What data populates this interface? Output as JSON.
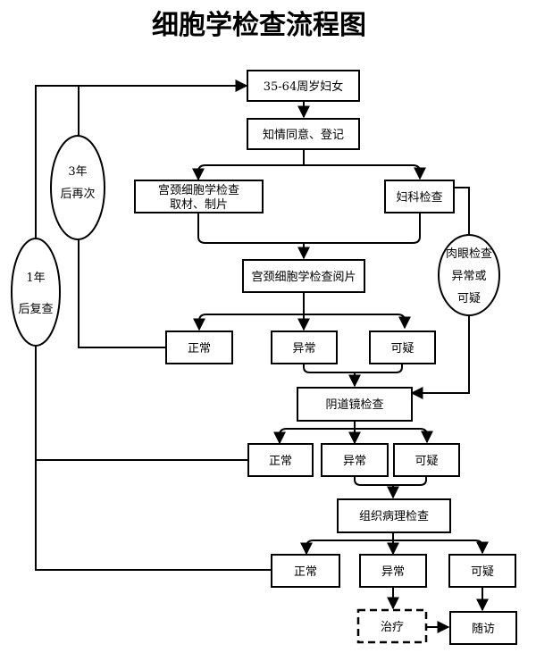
{
  "title": "细胞学检查流程图",
  "nodes": {
    "start": "35-64周岁妇女",
    "consent": "知情同意、登记",
    "cytology_line1": "宫颈细胞学检查",
    "cytology_line2": "取材、制片",
    "gyn_exam": "妇科检查",
    "cytology_read": "宫颈细胞学检查阅片",
    "normal_1": "正常",
    "abnormal_1": "异常",
    "suspicious_1": "可疑",
    "colposcopy": "阴道镜检查",
    "normal_2": "正常",
    "abnormal_2": "异常",
    "suspicious_2": "可疑",
    "pathology": "组织病理检查",
    "normal_3": "正常",
    "abnormal_3": "异常",
    "suspicious_3": "可疑",
    "treatment": "治疗",
    "followup": "随访"
  },
  "ovals": {
    "three_year_line1": "3年",
    "three_year_line2": "后再次",
    "one_year_line1": "1年",
    "one_year_line2": "后复查",
    "visual_line1": "肉眼检查",
    "visual_line2": "异常或",
    "visual_line3": "可疑"
  }
}
